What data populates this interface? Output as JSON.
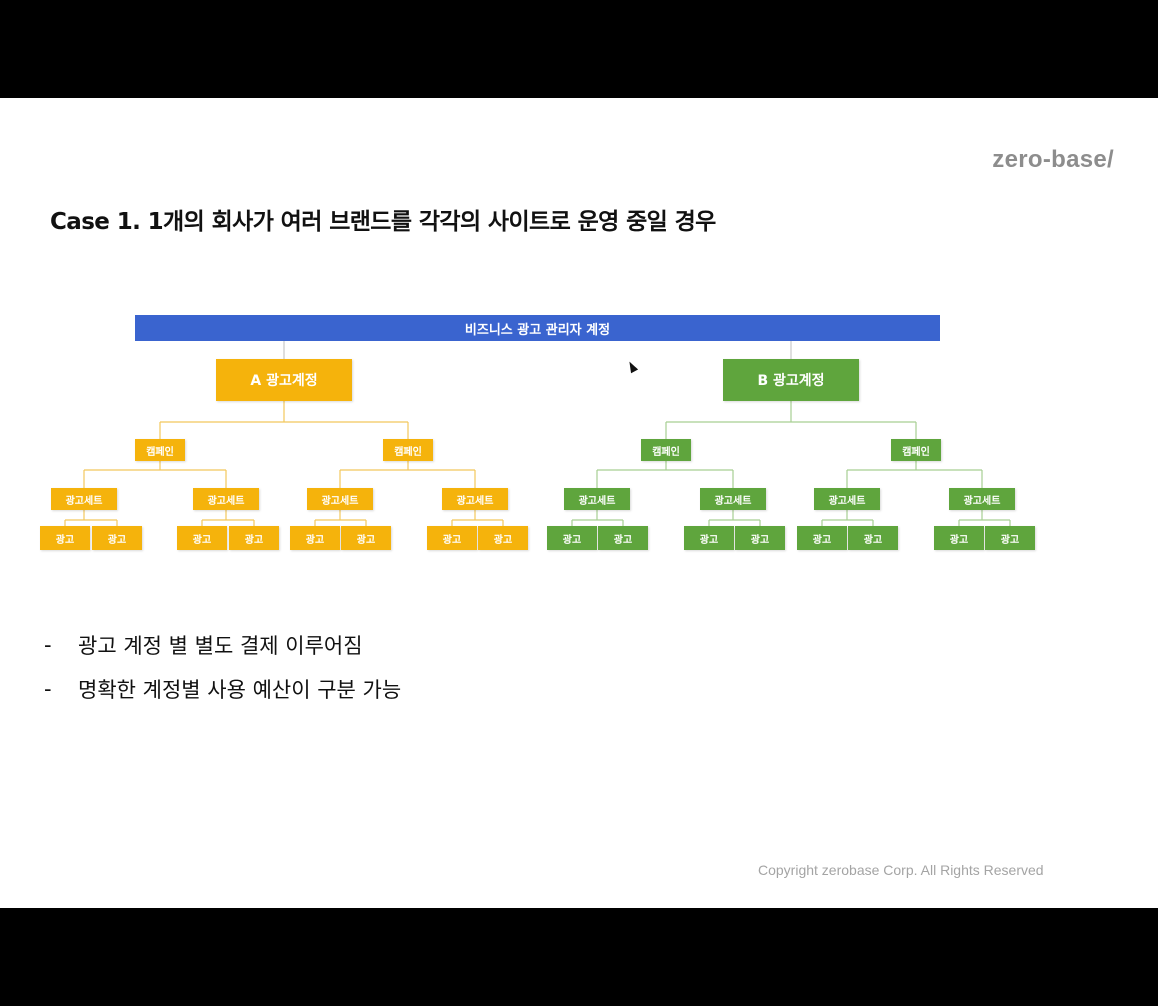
{
  "logo": "zero-base/",
  "title": "Case 1. 1개의 회사가 여러 브랜드를 각각의 사이트로 운영 중일 경우",
  "diagram": {
    "root": "비즈니스 광고 관리자 계정",
    "account_a": "A 광고계정",
    "account_b": "B 광고계정",
    "campaign": "캠페인",
    "adset": "광고세트",
    "ad": "광고"
  },
  "bullets": [
    {
      "marker": "-",
      "text": "광고 계정 별 별도 결제 이루어짐"
    },
    {
      "marker": "-",
      "text": "명확한 계정별 사용 예산이 구분 가능"
    }
  ],
  "copyright": "Copyright zerobase Corp. All Rights Reserved",
  "colors": {
    "root": "#3a64cf",
    "account_a": "#f5b30c",
    "account_b": "#5fa53d"
  }
}
